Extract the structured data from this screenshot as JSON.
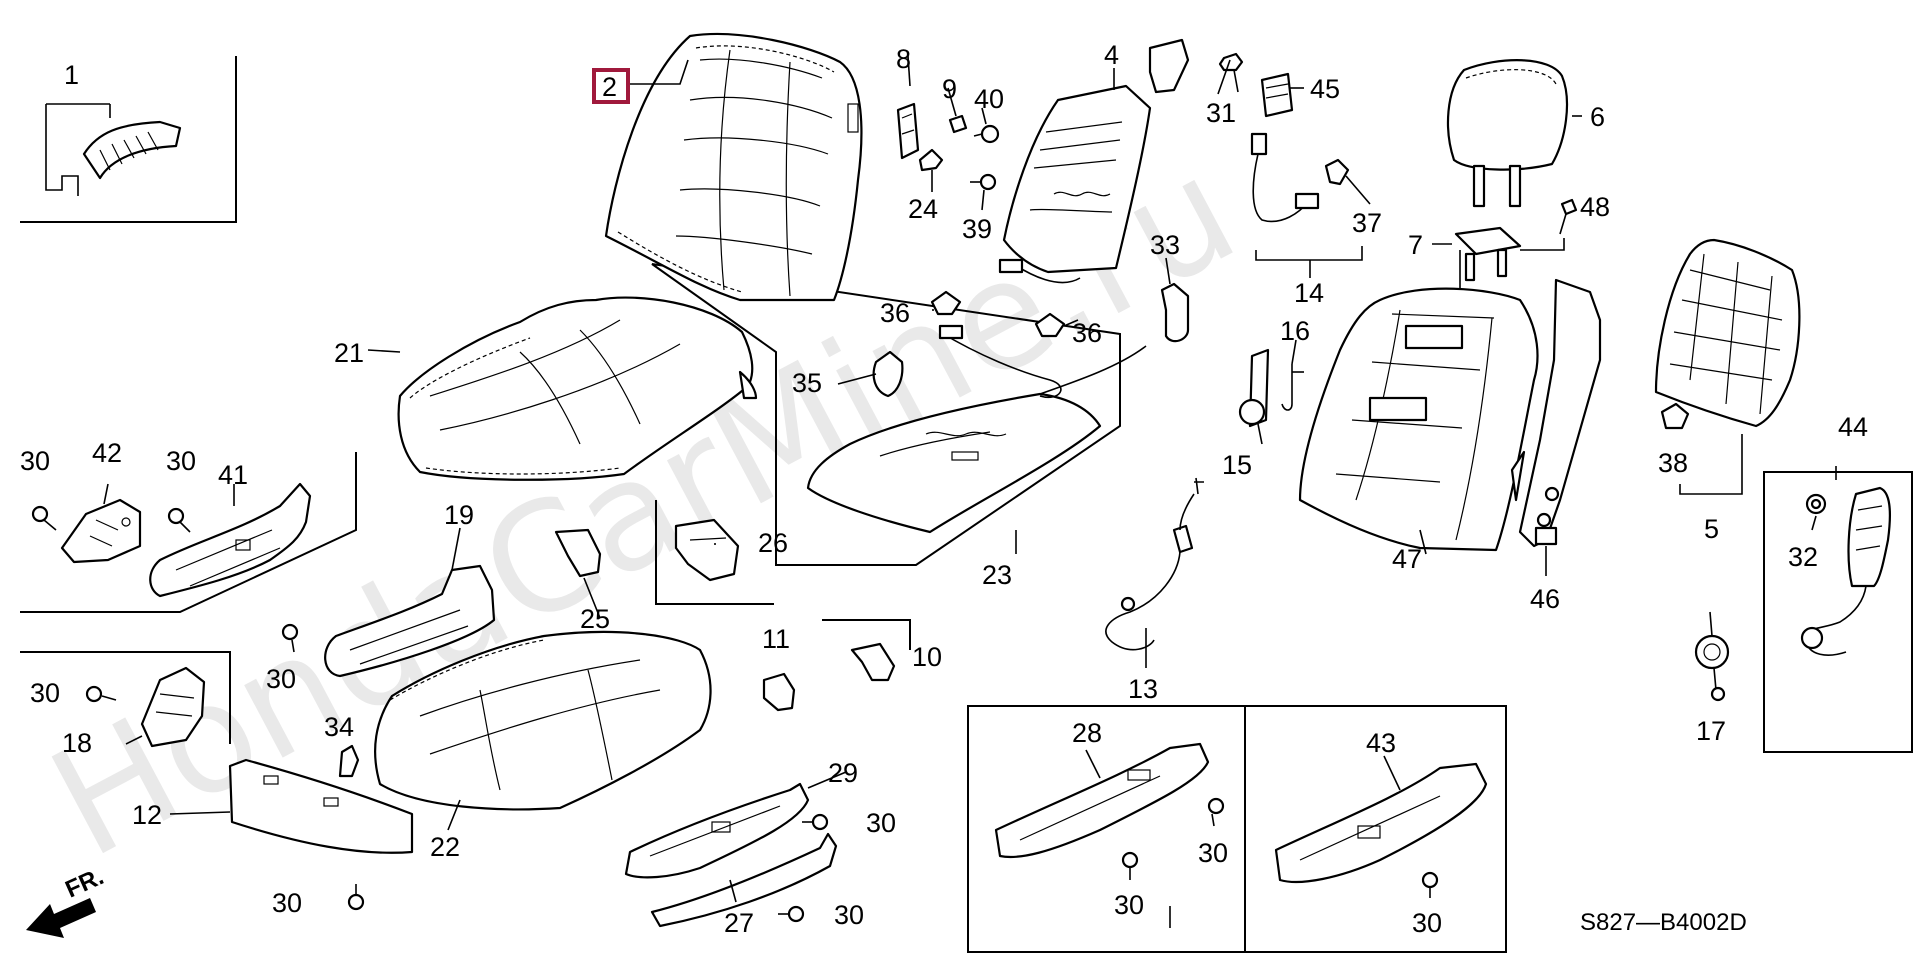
{
  "watermark": "HondaCarMine.ru",
  "diagram_code": "S827—B4002D",
  "front_marker": "FR.",
  "highlight_color": "#a0193c",
  "labels": {
    "p1": "1",
    "p2": "2",
    "p4": "4",
    "p5": "5",
    "p6": "6",
    "p7": "7",
    "p8": "8",
    "p9": "9",
    "p10": "10",
    "p11": "11",
    "p12": "12",
    "p13": "13",
    "p14": "14",
    "p15": "15",
    "p16": "16",
    "p17": "17",
    "p18": "18",
    "p19": "19",
    "p21": "21",
    "p22": "22",
    "p23": "23",
    "p24": "24",
    "p25": "25",
    "p26": "26",
    "p27": "27",
    "p28": "28",
    "p29": "29",
    "p31": "31",
    "p32": "32",
    "p33": "33",
    "p34": "34",
    "p35": "35",
    "p36a": "36",
    "p36b": "36",
    "p37": "37",
    "p38": "38",
    "p39": "39",
    "p40": "40",
    "p41": "41",
    "p42": "42",
    "p43": "43",
    "p44": "44",
    "p45": "45",
    "p46": "46",
    "p47": "47",
    "p48": "48",
    "p30a": "30",
    "p30b": "30",
    "p30c": "30",
    "p30d": "30",
    "p30e": "30",
    "p30f": "30",
    "p30g": "30",
    "p30h": "30",
    "p30i": "30",
    "p30j": "30"
  }
}
